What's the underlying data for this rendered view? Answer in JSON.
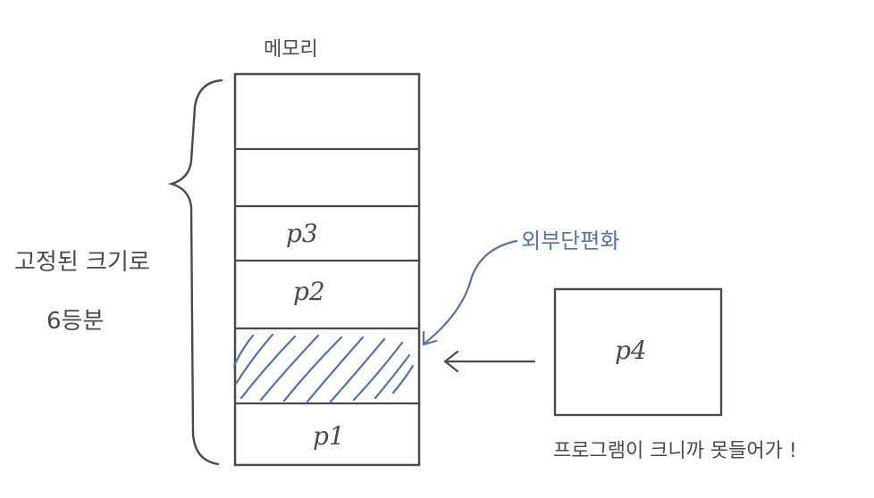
{
  "memory": {
    "title": "메모리",
    "blocks": [
      {
        "label": ""
      },
      {
        "label": ""
      },
      {
        "label": "p3"
      },
      {
        "label": "p2"
      },
      {
        "label": ""
      },
      {
        "label": "p1"
      }
    ]
  },
  "left_note": {
    "line1": "고정된 크기로",
    "line2": "6등분"
  },
  "fragmentation": {
    "label": "외부단편화",
    "color": "#5b6fa6"
  },
  "incoming_process": {
    "label": "p4",
    "caption": "프로그램이 크니까 못들어가 !"
  },
  "colors": {
    "ink": "#4a4a4a",
    "accent": "#5b6fa6"
  }
}
